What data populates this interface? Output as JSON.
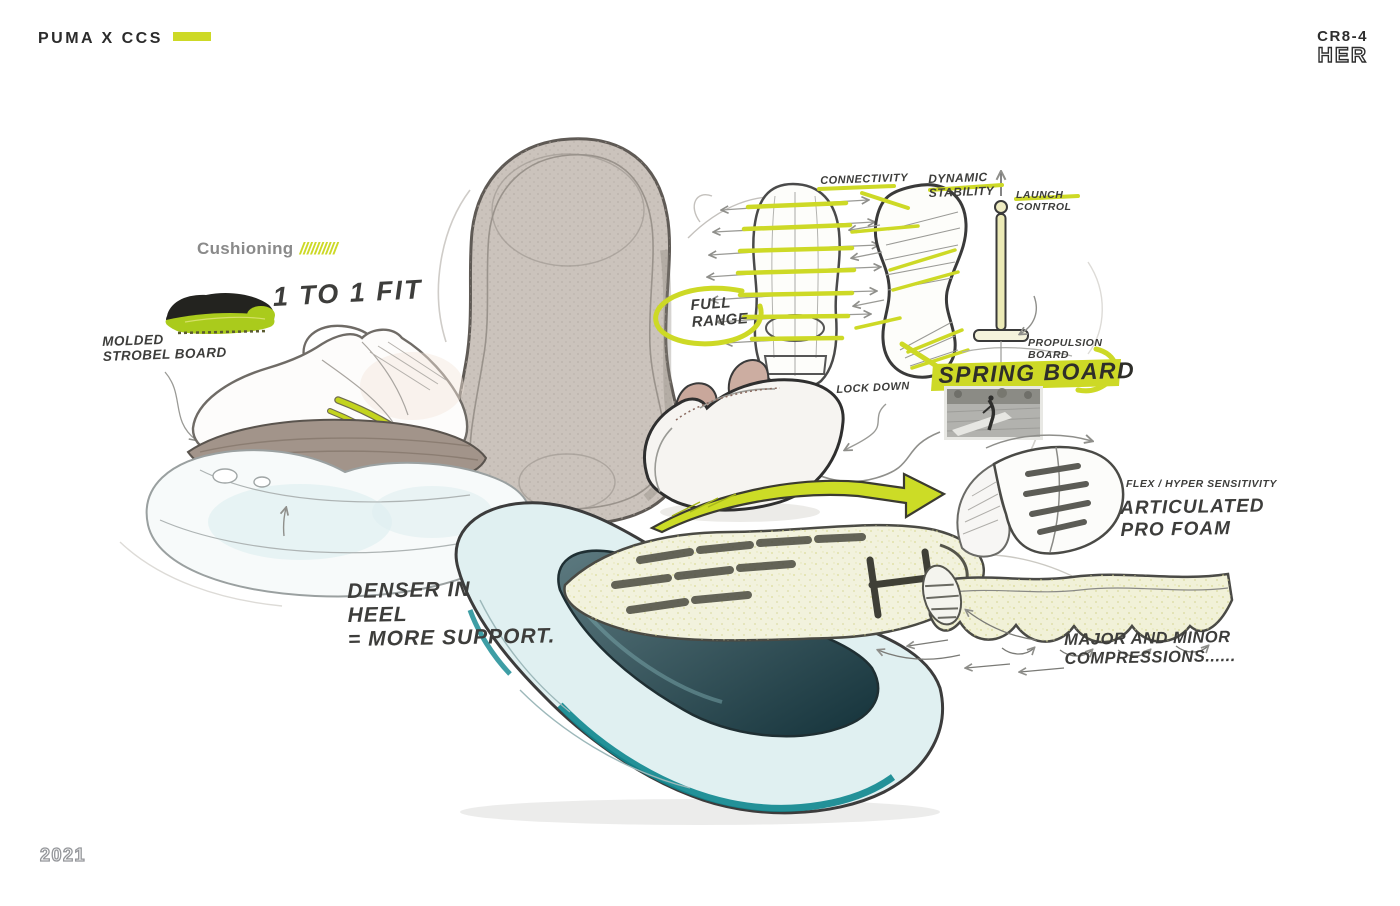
{
  "header": {
    "brand": "PUMA X CCS",
    "model_code": "CR8-4",
    "model_name": "HER"
  },
  "footer": {
    "year": "2021"
  },
  "palette": {
    "accent_yellow": "#cdd926",
    "ink": "#3d3d3b",
    "muted_gray": "#8a8a8a",
    "teal": "#0e868e",
    "ice_blue": "#e0f0f1",
    "core_dark": "#16343c",
    "strobel_brown": "#a2948a",
    "tab_pink": "#c9a79b"
  },
  "annotations": {
    "cushioning": "Cushioning",
    "cushioning_slashes": "//////////",
    "one_to_one_fit": "1 TO 1 FIT",
    "molded_line1": "MOLDED",
    "molded_line2": "STROBEL BOARD",
    "connectivity": "CONNECTIVITY",
    "dynamic_line1": "DYNAMIC",
    "dynamic_line2": "STABILITY",
    "launch_line1": "LAUNCH",
    "launch_line2": "CONTROL",
    "full_range_line1": "FULL",
    "full_range_line2": "RANGE",
    "propulsion_line1": "PROPULSION",
    "propulsion_line2": "BOARD",
    "spring_board": "SPRING BOARD",
    "lock_down": "LOCK DOWN",
    "flex_sensitivity": "FLEX / HYPER SENSITIVITY",
    "articulated_line1": "ARTICULATED",
    "articulated_line2": "PRO FOAM",
    "denser_line1": "DENSER IN",
    "denser_line2": "HEEL",
    "denser_line3": "= MORE SUPPORT.",
    "compressions_line1": "MAJOR AND MINOR",
    "compressions_line2": "COMPRESSIONS......"
  }
}
